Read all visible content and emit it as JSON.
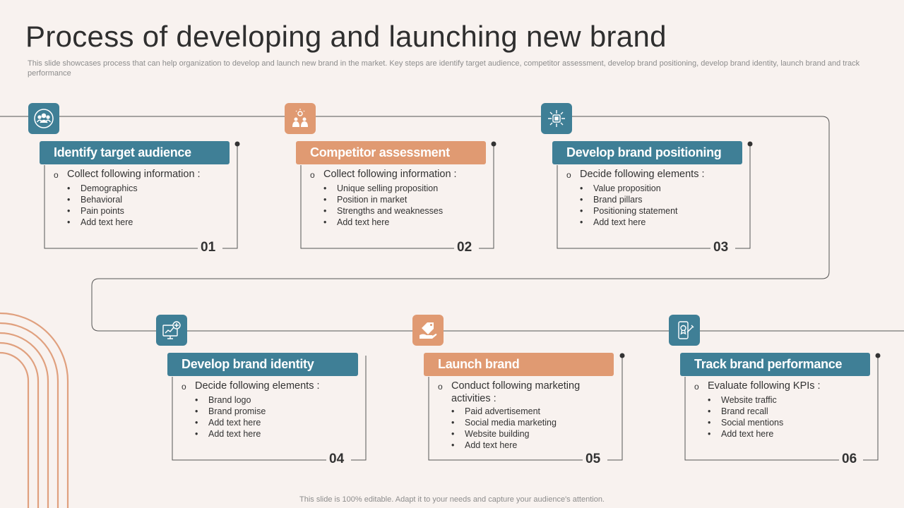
{
  "title": "Process of developing and launching new brand",
  "subtitle": "This slide showcases process that can help organization to develop and launch new brand in the market. Key steps are identify target audience, competitor assessment, develop brand positioning, develop brand identity, launch brand and track performance",
  "footer": "This slide is 100% editable. Adapt it to your needs and capture your audience's attention.",
  "colors": {
    "teal": "#3f7f96",
    "orange": "#e09a72",
    "line": "#555555",
    "arc": "#e0a07e",
    "background": "#f8f2ef"
  },
  "steps": [
    {
      "number": "01",
      "label": "Identify target audience",
      "color": "teal",
      "icon": "people-group-icon",
      "lead": "Collect following information :",
      "bullets": [
        "Demographics",
        "Behavioral",
        "Pain points",
        "Add text here"
      ]
    },
    {
      "number": "02",
      "label": "Competitor assessment",
      "color": "orange",
      "icon": "competitors-icon",
      "lead": "Collect following information :",
      "bullets": [
        "Unique  selling proposition",
        "Position in market",
        "Strengths and weaknesses",
        "Add text here"
      ]
    },
    {
      "number": "03",
      "label": "Develop brand positioning",
      "color": "teal",
      "icon": "target-chip-icon",
      "lead": "Decide following elements :",
      "bullets": [
        "Value proposition",
        "Brand pillars",
        "Positioning statement",
        "Add text here"
      ]
    },
    {
      "number": "04",
      "label": "Develop brand identity",
      "color": "teal",
      "icon": "monitor-growth-icon",
      "lead": "Decide following elements :",
      "bullets": [
        "Brand logo",
        "Brand promise",
        "Add text here",
        "Add text here"
      ]
    },
    {
      "number": "05",
      "label": "Launch brand",
      "color": "orange",
      "icon": "hand-tag-icon",
      "lead": "Conduct following marketing activities :",
      "bullets": [
        "Paid advertisement",
        "Social media marketing",
        "Website building",
        "Add text here"
      ]
    },
    {
      "number": "06",
      "label": "Track brand performance",
      "color": "teal",
      "icon": "mobile-award-icon",
      "lead": "Evaluate following KPIs :",
      "bullets": [
        "Website traffic",
        "Brand recall",
        "Social mentions",
        "Add text here"
      ]
    }
  ]
}
